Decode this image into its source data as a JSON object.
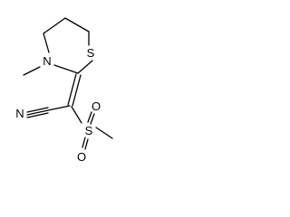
{
  "molecule": {
    "atom_labels": {
      "nitrogen_ring": "N",
      "sulfur_ring": "S",
      "nitrogen_nitrile": "N",
      "sulfur_sulfonyl": "S",
      "oxygen_top": "O",
      "oxygen_bottom": "O"
    },
    "colors": {
      "bond": "#000000",
      "label": "#000000",
      "background": "#ffffff"
    }
  }
}
